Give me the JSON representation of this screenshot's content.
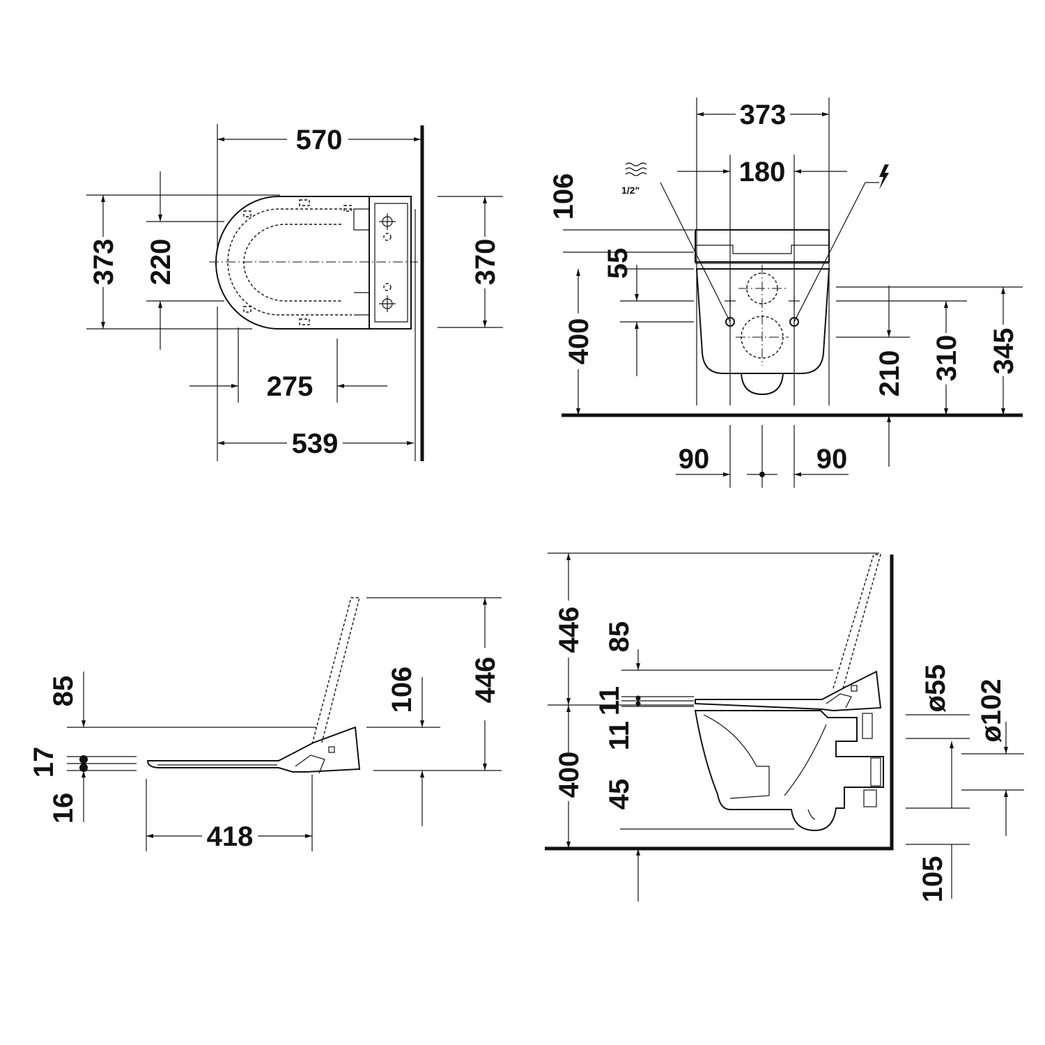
{
  "top_view": {
    "d570": "570",
    "d539": "539",
    "d275": "275",
    "d373": "373",
    "d220": "220",
    "d370": "370"
  },
  "front_view": {
    "d373": "373",
    "d180": "180",
    "d106": "106",
    "d55": "55",
    "d400": "400",
    "d210": "210",
    "d310": "310",
    "d345": "345",
    "d90_left": "90",
    "d90_right": "90",
    "water_size": "1/2\"",
    "water_icon": "water-supply-icon",
    "power_icon": "electric-lightning-icon"
  },
  "seat_side_view": {
    "d85": "85",
    "d17": "17",
    "d16": "16",
    "d106": "106",
    "d446": "446",
    "d418": "418"
  },
  "bowl_side_view": {
    "d446": "446",
    "d85": "85",
    "d11_top": "11",
    "d11_bottom": "11",
    "d400": "400",
    "d45": "45",
    "d55": "ø55",
    "d102": "ø102",
    "d105": "105"
  }
}
